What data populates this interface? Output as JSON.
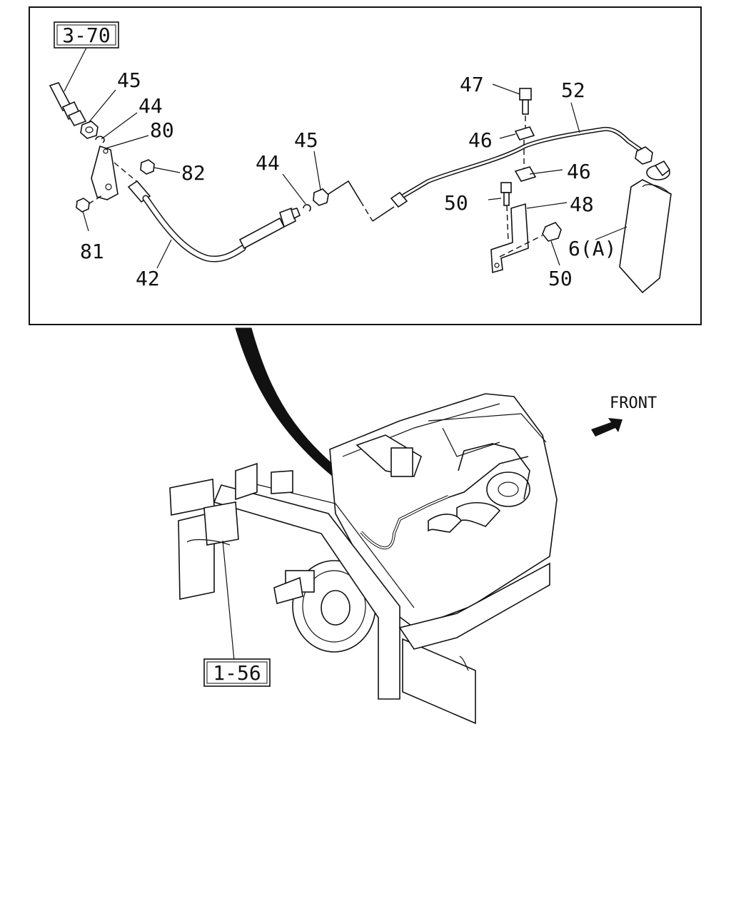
{
  "refs": {
    "top_ref": "3-70",
    "bottom_ref": "1-56"
  },
  "callouts": {
    "c45a": "45",
    "c44a": "44",
    "c80": "80",
    "c82": "82",
    "c81": "81",
    "c42": "42",
    "c44b": "44",
    "c45b": "45",
    "c47": "47",
    "c52": "52",
    "c46a": "46",
    "c46b": "46",
    "c50a": "50",
    "c48": "48",
    "c50b": "50",
    "c6a": "6(A)"
  },
  "direction": {
    "label": "FRONT"
  },
  "icons": {
    "front_arrow": "front-arrow-icon"
  }
}
